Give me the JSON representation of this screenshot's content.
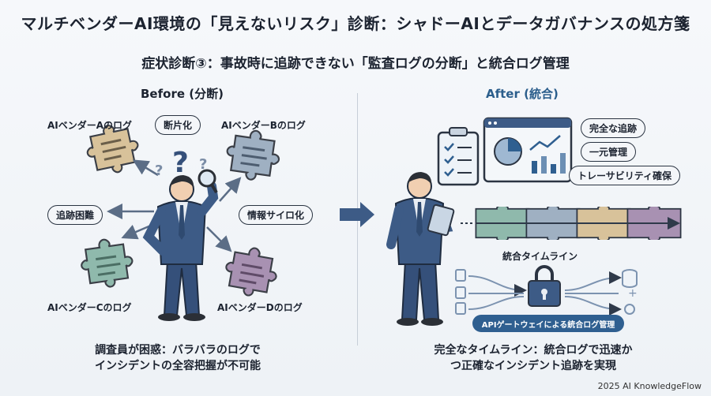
{
  "title": "マルチベンダーAI環境の「見えないリスク」診断：シャドーAIとデータガバナンスの処方箋",
  "subtitle": "症状診断③：事故時に追跡できない「監査ログの分断」と統合ログ管理",
  "before": {
    "label": "Before (分断)",
    "vendor_a": "AIベンダーAのログ",
    "vendor_b": "AIベンダーBのログ",
    "vendor_c": "AIベンダーCのログ",
    "vendor_d": "AIベンダーDのログ",
    "tag_fragment": "断片化",
    "tag_trace": "追跡困難",
    "tag_silo": "情報サイロ化",
    "caption_line1": "調査員が困惑：バラバラのログで",
    "caption_line2": "インシデントの全容把握が不可能"
  },
  "after": {
    "label": "After (統合)",
    "tag_trace": "完全な追跡",
    "tag_unified": "一元管理",
    "tag_traceability": "トレーサビリティ確保",
    "timeline_label": "統合タイムライン",
    "gateway_label": "APIゲートウェイによる統合ログ管理",
    "caption_line1": "完全なタイムライン：統合ログで迅速か",
    "caption_line2": "つ正確なインシデント追跡を実現"
  },
  "footer": "2025 AI KnowledgeFlow",
  "colors": {
    "puzzle_a": "#d8c29a",
    "puzzle_b": "#9fb0c2",
    "puzzle_c": "#8fb9ac",
    "puzzle_d": "#a891b2",
    "suit": "#35507a",
    "accent": "#2f5f90"
  }
}
